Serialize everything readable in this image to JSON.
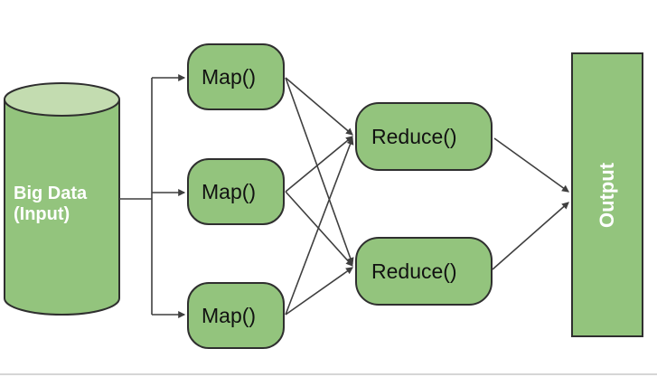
{
  "diagram": {
    "nodes": {
      "input": {
        "line1": "Big Data",
        "line2": "(Input)"
      },
      "maps": [
        {
          "label": "Map()"
        },
        {
          "label": "Map()"
        },
        {
          "label": "Map()"
        }
      ],
      "reduces": [
        {
          "label": "Reduce()"
        },
        {
          "label": "Reduce()"
        }
      ],
      "output": {
        "label": "Output"
      }
    },
    "edges": [
      {
        "from": "input",
        "to": "map-1"
      },
      {
        "from": "input",
        "to": "map-2"
      },
      {
        "from": "input",
        "to": "map-3"
      },
      {
        "from": "map-1",
        "to": "reduce-1"
      },
      {
        "from": "map-1",
        "to": "reduce-2"
      },
      {
        "from": "map-2",
        "to": "reduce-1"
      },
      {
        "from": "map-2",
        "to": "reduce-2"
      },
      {
        "from": "map-3",
        "to": "reduce-1"
      },
      {
        "from": "map-3",
        "to": "reduce-2"
      },
      {
        "from": "reduce-1",
        "to": "output"
      },
      {
        "from": "reduce-2",
        "to": "output"
      }
    ],
    "colors": {
      "node_fill": "#93c47d",
      "cylinder_top_fill": "#c3dcb0",
      "node_border": "#2f2f2f",
      "arrow": "#3f3f3f",
      "label_dark": "#111111",
      "label_light": "#ffffff"
    }
  }
}
